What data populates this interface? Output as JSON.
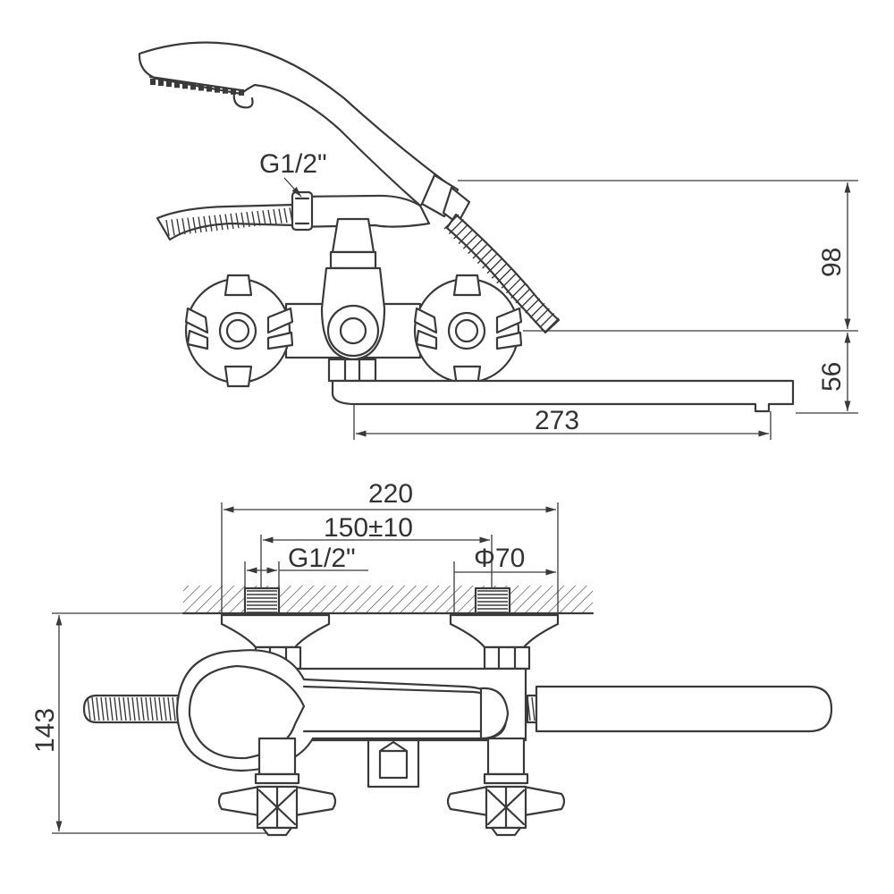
{
  "side_view": {
    "thread_label": "G1/2\"",
    "height_upper": "98",
    "height_lower": "56",
    "spout_length": "273"
  },
  "top_view": {
    "total_width": "220",
    "center_distance": "150±10",
    "thread_label": "G1/2\"",
    "flange_diameter": "Φ70",
    "depth": "143"
  },
  "colors": {
    "line": "#3a3a3a",
    "background": "#ffffff"
  }
}
